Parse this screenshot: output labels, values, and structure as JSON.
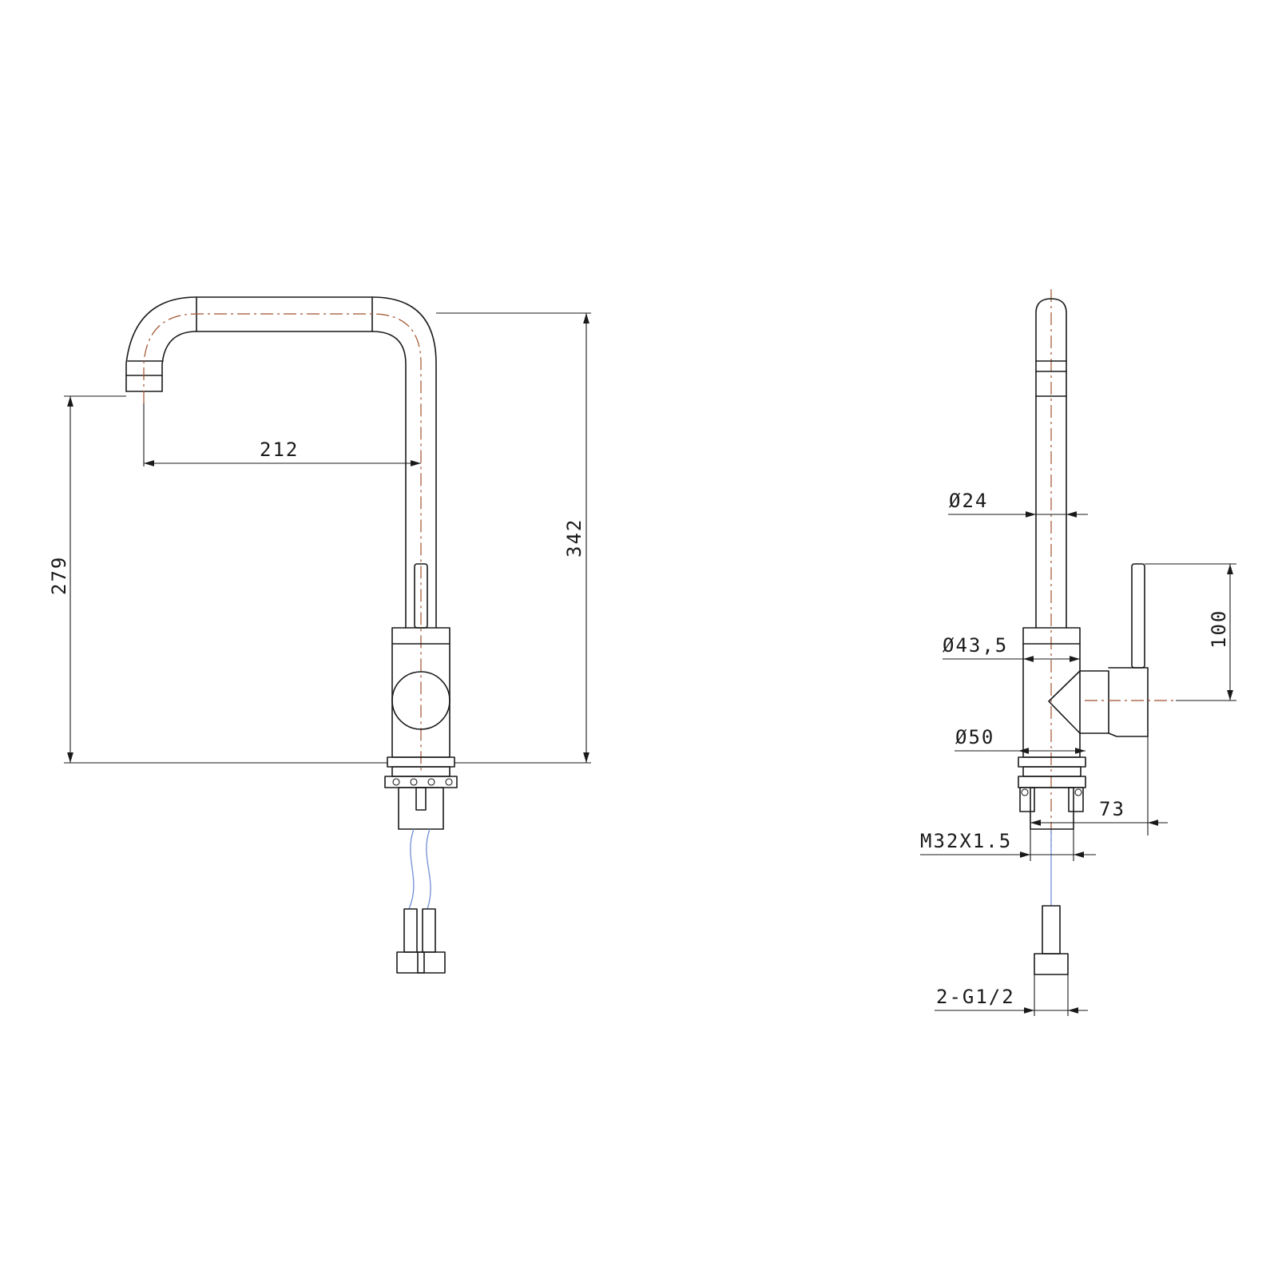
{
  "front_view": {
    "dim_spout_reach": "212",
    "dim_spout_height": "279",
    "dim_total_height": "342"
  },
  "side_view": {
    "dim_spout_diameter": "Ø24",
    "dim_body_diameter": "Ø43,5",
    "dim_base_diameter": "Ø50",
    "dim_handle_length": "100",
    "dim_handle_offset": "73",
    "dim_thread": "M32X1.5",
    "dim_connection": "2-G1/2"
  },
  "colors": {
    "line": "#1a1a1a",
    "centerline": "#a0522d",
    "hose": "#6f8fd8"
  }
}
